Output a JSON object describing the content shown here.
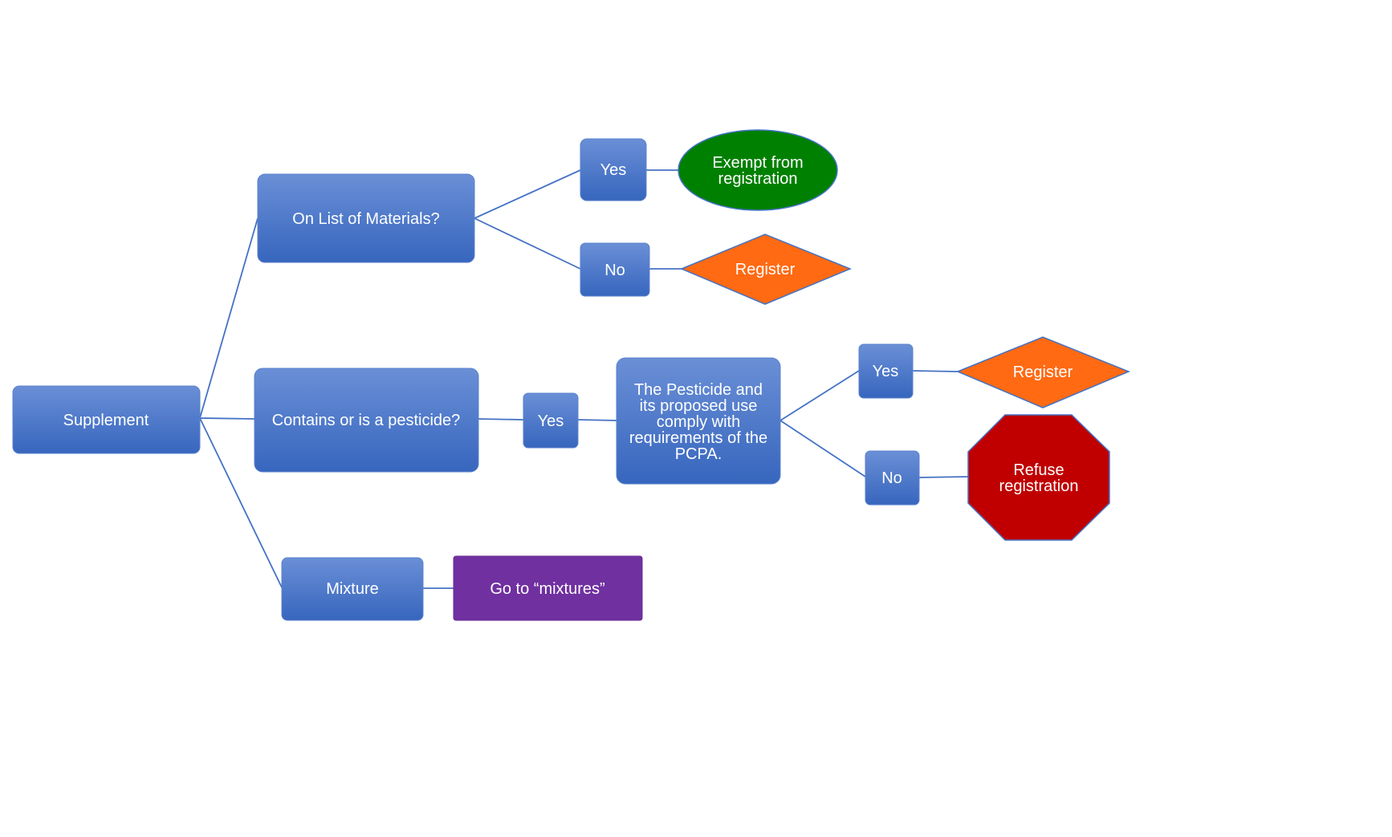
{
  "colors": {
    "box_top": "#6a8fd6",
    "box_bottom": "#3766be",
    "box_stroke": "#5b82cc",
    "connector": "#4472c4",
    "exempt_fill": "#008000",
    "exempt_stroke": "#4472c4",
    "register_fill": "#ff6a13",
    "register_stroke": "#4472c4",
    "refuse_fill": "#c00000",
    "refuse_stroke": "#4472c4",
    "mixtures_fill": "#7030a0",
    "text": "#ffffff"
  },
  "nodes": {
    "supplement": {
      "lines": [
        "Supplement"
      ]
    },
    "on_list": {
      "lines": [
        "On List of Materials?"
      ]
    },
    "contains": {
      "lines": [
        "Contains or is a pesticide?"
      ]
    },
    "mixture": {
      "lines": [
        "Mixture"
      ]
    },
    "list_yes": {
      "lines": [
        "Yes"
      ]
    },
    "list_no": {
      "lines": [
        "No"
      ]
    },
    "exempt": {
      "lines": [
        "Exempt from",
        "registration"
      ]
    },
    "register_1": {
      "lines": [
        "Register"
      ]
    },
    "pest_yes": {
      "lines": [
        "Yes"
      ]
    },
    "pcpa": {
      "lines": [
        "The Pesticide and",
        "its proposed use",
        "comply with",
        "requirements of the",
        "PCPA."
      ]
    },
    "pcpa_yes": {
      "lines": [
        "Yes"
      ]
    },
    "pcpa_no": {
      "lines": [
        "No"
      ]
    },
    "register_2": {
      "lines": [
        "Register"
      ]
    },
    "refuse": {
      "lines": [
        "Refuse",
        "registration"
      ]
    },
    "goto_mixtures": {
      "lines": [
        "Go to “mixtures”"
      ]
    }
  }
}
